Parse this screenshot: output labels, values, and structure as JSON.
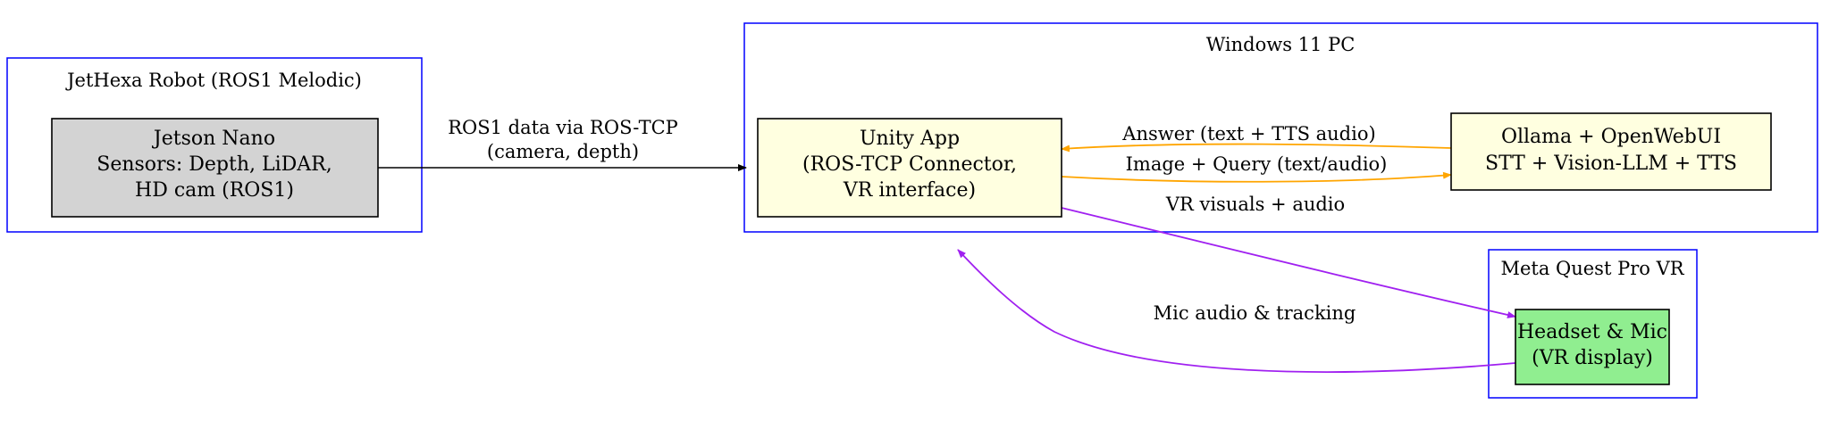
{
  "clusters": {
    "robot": "JetHexa Robot (ROS1 Melodic)",
    "pc": "Windows 11 PC",
    "vr": "Meta Quest Pro VR"
  },
  "nodes": {
    "jetson": [
      "Jetson Nano",
      "Sensors: Depth, LiDAR,",
      "HD cam (ROS1)"
    ],
    "unity": [
      "Unity App",
      "(ROS-TCP Connector,",
      "VR interface)"
    ],
    "ollama": [
      "Ollama + OpenWebUI",
      "STT + Vision-LLM + TTS"
    ],
    "headset": [
      "Headset & Mic",
      "(VR display)"
    ]
  },
  "edges": {
    "ros": [
      "ROS1 data via ROS-TCP",
      "(camera, depth)"
    ],
    "answer": "Answer (text + TTS audio)",
    "query": "Image + Query (text/audio)",
    "visuals": "VR visuals + audio",
    "mic": "Mic audio & tracking"
  },
  "colors": {
    "cluster_border": "#0000ff",
    "jetson_fill": "#d3d3d3",
    "unity_fill": "#ffffe0",
    "ollama_fill": "#ffffe0",
    "headset_fill": "#90ee90",
    "ros_edge": "#000000",
    "llm_edge": "#ffa500",
    "vr_edge": "#a020f0"
  }
}
